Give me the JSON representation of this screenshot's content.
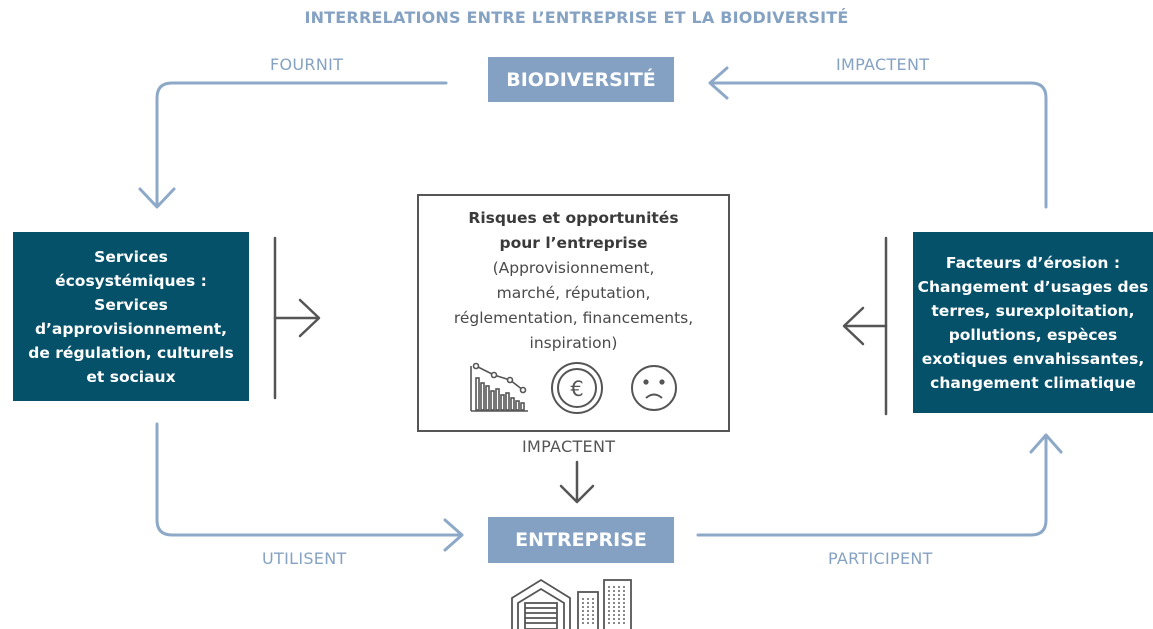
{
  "title": "INTERRELATIONS ENTRE L’ENTREPRISE ET LA BIODIVERSITÉ",
  "nodes": {
    "biodiversite": "BIODIVERSITÉ",
    "entreprise": "ENTREPRISE",
    "services": "Services\nécosystémiques :\nServices\nd’approvisionnement,\nde régulation, culturels\net sociaux",
    "facteurs": "Facteurs d’érosion :\nChangement d’usages des\nterres, surexploitation,\npollutions, espèces\nexotiques envahissantes,\nchangement climatique"
  },
  "center": {
    "title": "Risques et opportunités\npour l’entreprise",
    "body": "(Approvisionnement,\nmarché, réputation,\nréglementation, financements,\ninspiration)"
  },
  "edges": {
    "fournit": "FOURNIT",
    "impactent_top": "IMPACTENT",
    "impactent_center": "IMPACTENT",
    "utilisent": "UTILISENT",
    "participent": "PARTICIPENT"
  },
  "colors": {
    "accent": "#84a1c3",
    "dark_teal": "#05516a",
    "arrow": "#8ea9c8",
    "dark_line": "#555555"
  },
  "icons": [
    "declining-bar-chart-icon",
    "euro-coin-icon",
    "sad-face-icon",
    "warehouse-icon",
    "office-buildings-icon"
  ]
}
